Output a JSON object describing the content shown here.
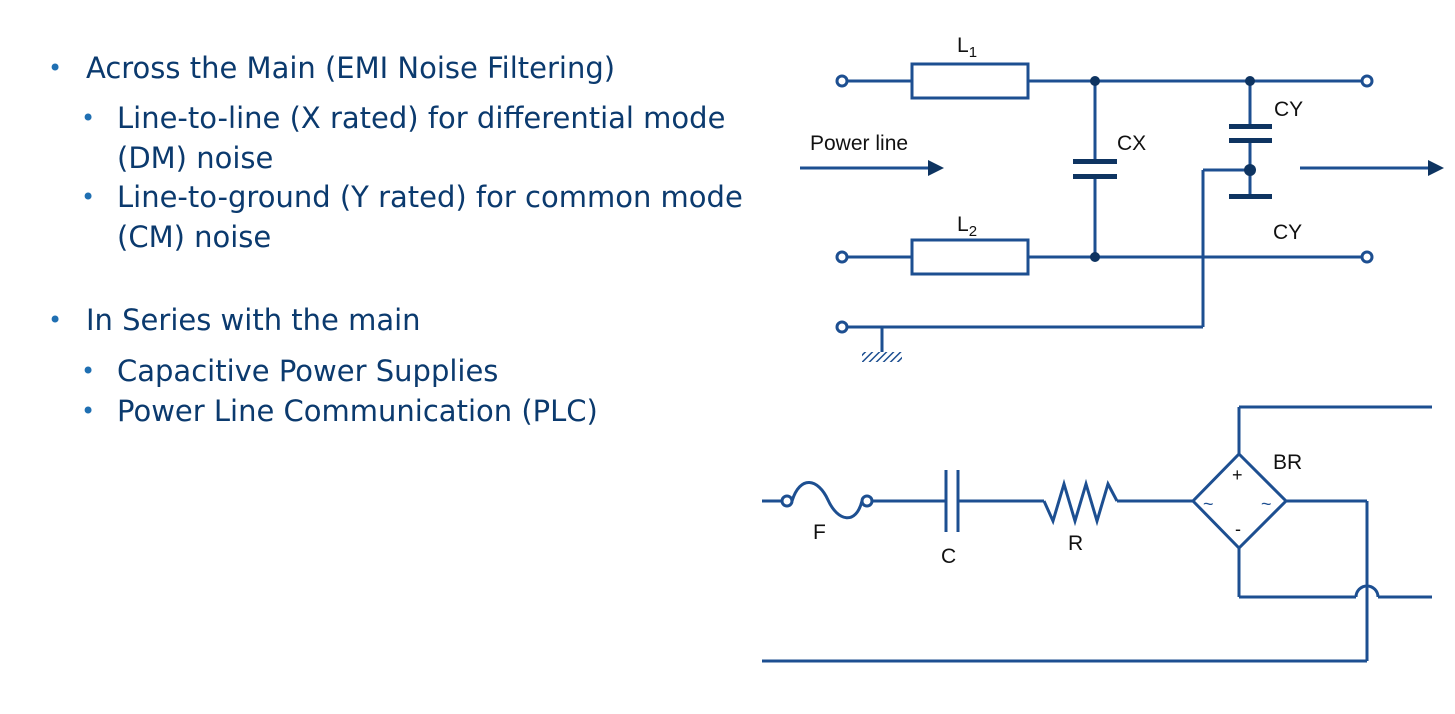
{
  "bullets": [
    {
      "level": 1,
      "text": "Across the Main (EMI Noise Filtering)"
    },
    {
      "level": 2,
      "text": "Line-to-line (X rated) for differential mode"
    },
    {
      "level": 2,
      "text": "(DM) noise",
      "continuation": true
    },
    {
      "level": 2,
      "text": "Line-to-ground (Y rated) for common mode"
    },
    {
      "level": 2,
      "text": "(CM) noise",
      "continuation": true
    },
    {
      "level": 1,
      "text": "In Series with the main"
    },
    {
      "level": 2,
      "text": "Capacitive Power Supplies"
    },
    {
      "level": 2,
      "text": "Power Line Communication (PLC)"
    }
  ],
  "bullet_symbol": "•",
  "emi_filter": {
    "L1_base": "L",
    "L1_sub": "1",
    "L2_base": "L",
    "L2_sub": "2",
    "cx": "CX",
    "cy_top": "CY",
    "cy_bottom": "CY",
    "power_line": "Power line"
  },
  "series_circuit": {
    "fuse": "F",
    "capacitor": "C",
    "resistor": "R",
    "bridge": "BR",
    "plus": "+",
    "minus": "-",
    "ac_left": "~",
    "ac_right": "~"
  },
  "colors": {
    "text": "#0b3a6e",
    "bullet": "#1f6fb2",
    "wire": "#1d4f91",
    "capacitor_plate": "#0e3461",
    "label": "#111111"
  }
}
